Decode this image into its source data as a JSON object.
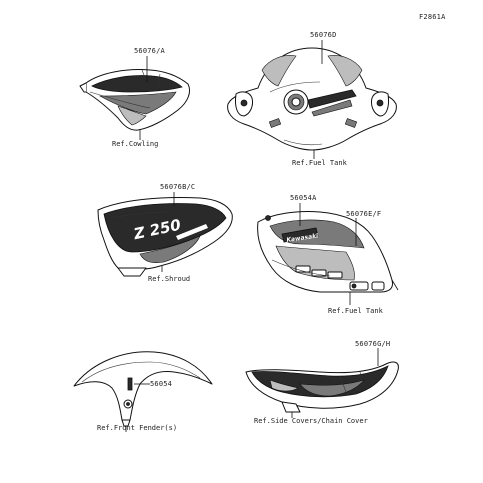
{
  "figure_code": "F2861A",
  "parts": {
    "cowling": {
      "part_number": "56076/A",
      "reference": "Ref.Cowling"
    },
    "fuel_tank_top": {
      "part_number": "56076D",
      "reference": "Ref.Fuel Tank"
    },
    "shroud": {
      "part_number": "56076B/C",
      "reference": "Ref.Shroud"
    },
    "fuel_tank_side": {
      "part_number_a": "56054A",
      "part_number_b": "56076E/F",
      "reference": "Ref.Fuel Tank"
    },
    "front_fender": {
      "part_number": "56054",
      "reference": "Ref.Front Fender(s)"
    },
    "side_covers": {
      "part_number": "56076G/H",
      "reference": "Ref.Side Covers/Chain Cover"
    }
  }
}
